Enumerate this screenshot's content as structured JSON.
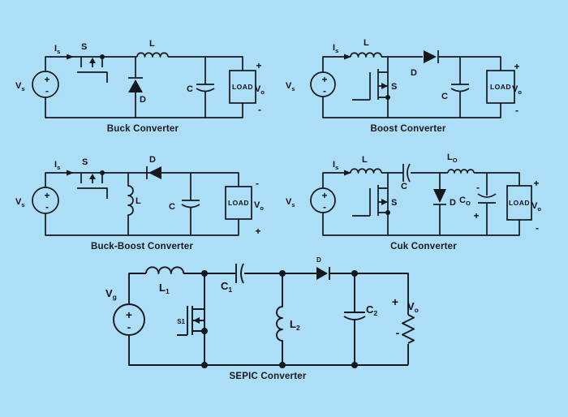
{
  "page": {
    "background": "#acdef8",
    "ink": "#15181c"
  },
  "buck": {
    "caption": "Buck Converter",
    "vs": "V",
    "vs_sub": "s",
    "plus_src": "+",
    "minus_src": "-",
    "is": "I",
    "is_sub": "s",
    "s": "S",
    "d": "D",
    "l": "L",
    "c": "C",
    "load": "LOAD",
    "vo": "V",
    "vo_sub": "o",
    "plus_out": "+",
    "minus_out": "-"
  },
  "boost": {
    "caption": "Boost Converter",
    "vs": "V",
    "vs_sub": "s",
    "plus_src": "+",
    "minus_src": "-",
    "is": "I",
    "is_sub": "s",
    "s": "S",
    "d": "D",
    "l": "L",
    "c": "C",
    "load": "LOAD",
    "vo": "V",
    "vo_sub": "o",
    "plus_out": "+",
    "minus_out": "-"
  },
  "buckboost": {
    "caption": "Buck-Boost Converter",
    "vs": "V",
    "vs_sub": "s",
    "plus_src": "+",
    "minus_src": "-",
    "is": "I",
    "is_sub": "s",
    "s": "S",
    "d": "D",
    "l": "L",
    "c": "C",
    "load": "LOAD",
    "vo": "V",
    "vo_sub": "o",
    "minus_out": "-",
    "plus_out": "+"
  },
  "cuk": {
    "caption": "Cuk Converter",
    "vs": "V",
    "vs_sub": "s",
    "plus_src": "+",
    "minus_src": "-",
    "is": "I",
    "is_sub": "s",
    "s": "S",
    "d": "D",
    "l": "L",
    "c": "C",
    "lo": "L",
    "lo_sub": "O",
    "co": "C",
    "co_sub": "O",
    "co_minus": "-",
    "co_plus": "+",
    "load": "LOAD",
    "vo": "V",
    "vo_sub": "o",
    "plus_out": "+",
    "minus_out": "-"
  },
  "sepic": {
    "caption": "SEPIC Converter",
    "vg": "V",
    "vg_sub": "g",
    "plus_src": "+",
    "minus_src": "-",
    "l1": "L",
    "l1_sub": "1",
    "c1": "C",
    "c1_sub": "1",
    "s1": "S1",
    "l2": "L",
    "l2_sub": "2",
    "d": "D",
    "c2": "C",
    "c2_sub": "2",
    "vo": "V",
    "vo_sub": "o",
    "plus_out": "+",
    "minus_out": "-"
  }
}
